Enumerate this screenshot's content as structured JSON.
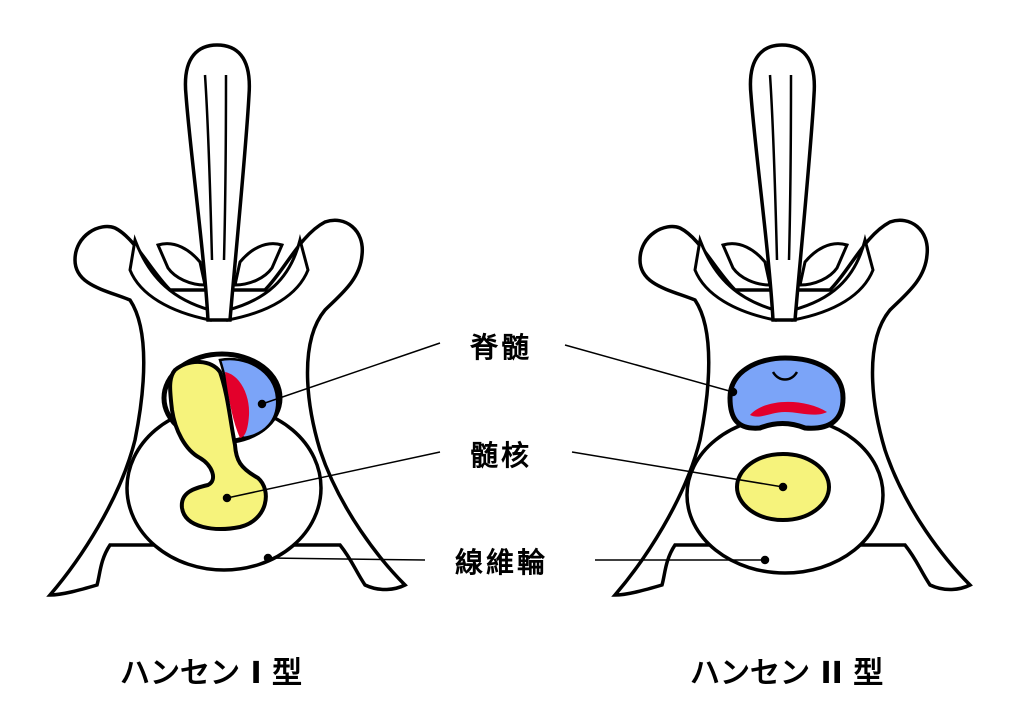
{
  "labels": {
    "spinal_cord": "脊髄",
    "nucleus_pulposus": "髄核",
    "annulus_fibrosus": "線維輪"
  },
  "titles": {
    "type1": "ハンセン I 型",
    "type2": "ハンセン II 型"
  },
  "colors": {
    "spinal_cord": "#7ba4f8",
    "compressed_cord": "#e3002b",
    "nucleus": "#f6f37c",
    "outline": "#000000"
  }
}
